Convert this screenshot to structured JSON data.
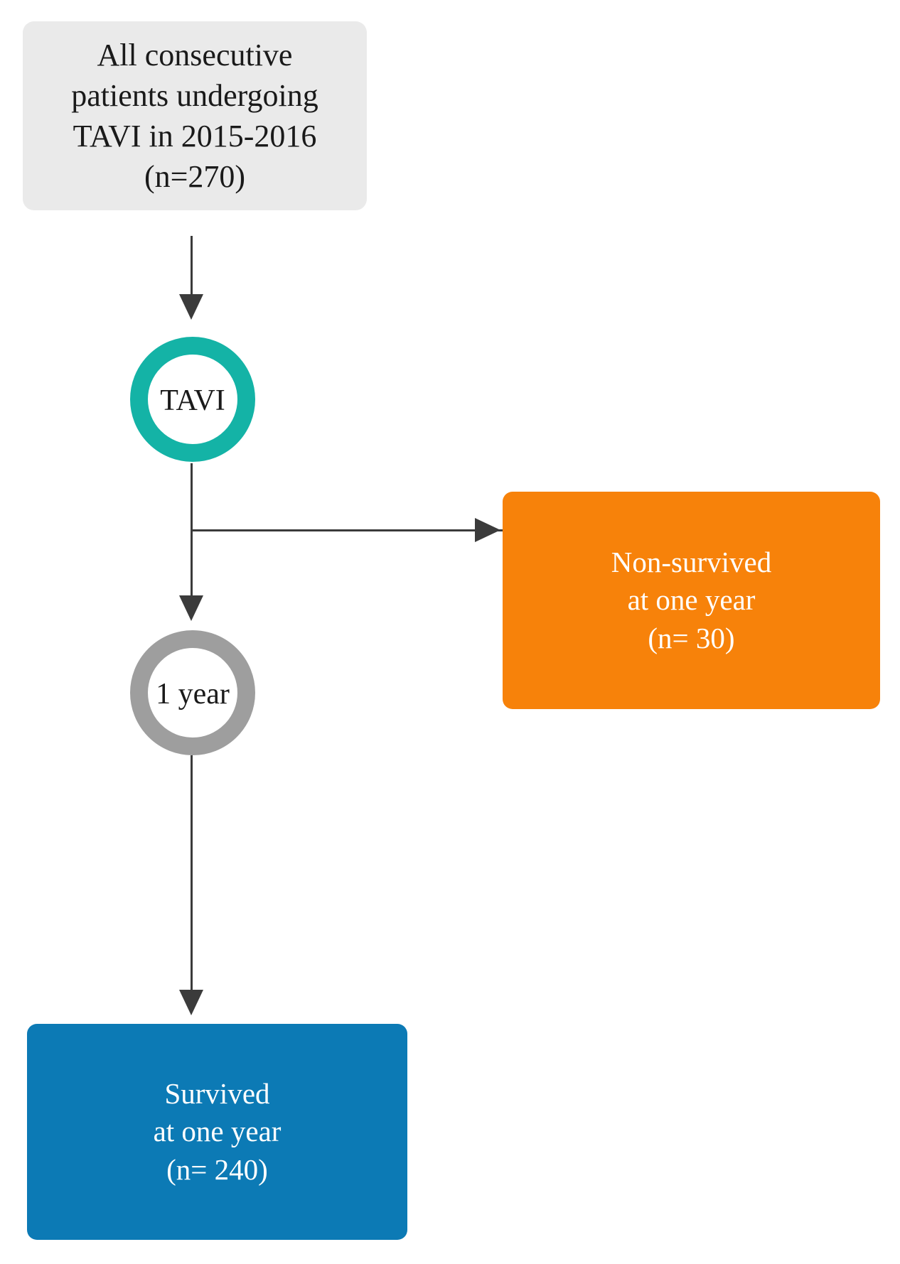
{
  "figure": {
    "type": "flowchart",
    "orientation": "vertical",
    "background": "#ffffff"
  },
  "nodes": {
    "cohort": {
      "id": "cohort-box",
      "shape": "rounded-rectangle",
      "fill": "#eaeaea",
      "text_color": "#1a1a1a",
      "lines": [
        "All consecutive",
        "patients undergoing",
        "TAVI in 2015-2016",
        "(n=270)"
      ]
    },
    "tavi": {
      "id": "tavi-ring",
      "shape": "ring",
      "ring_color": "#14b3a6",
      "fill": "#ffffff",
      "label": "TAVI"
    },
    "nonsurvived": {
      "id": "nonsurvived-box",
      "shape": "rounded-rectangle",
      "fill": "#f7820a",
      "text_color": "#ffffff",
      "lines": [
        "Non-survived",
        "at one year",
        "(n= 30)"
      ],
      "count": 30
    },
    "oneyear": {
      "id": "one-year-ring",
      "shape": "ring",
      "ring_color": "#9e9e9e",
      "fill": "#ffffff",
      "label": "1 year"
    },
    "survived": {
      "id": "survived-box",
      "shape": "rounded-rectangle",
      "fill": "#0c7ab5",
      "text_color": "#ffffff",
      "lines": [
        "Survived",
        "at one year",
        "(n= 240)"
      ],
      "count": 240
    }
  },
  "edges": [
    {
      "id": "cohort-to-tavi",
      "from": "cohort",
      "to": "tavi",
      "direction": "down",
      "color": "#3b3b3b"
    },
    {
      "id": "tavi-to-oneyear",
      "from": "tavi",
      "to": "oneyear",
      "direction": "down",
      "color": "#3b3b3b"
    },
    {
      "id": "tavi-to-nonsurvived",
      "from": "tavi",
      "to": "nonsurvived",
      "direction": "right",
      "color": "#3b3b3b"
    },
    {
      "id": "oneyear-to-survived",
      "from": "oneyear",
      "to": "survived",
      "direction": "down",
      "color": "#3b3b3b"
    }
  ],
  "totals": {
    "enrolled": 270,
    "non_survived": 30,
    "survived": 240
  }
}
